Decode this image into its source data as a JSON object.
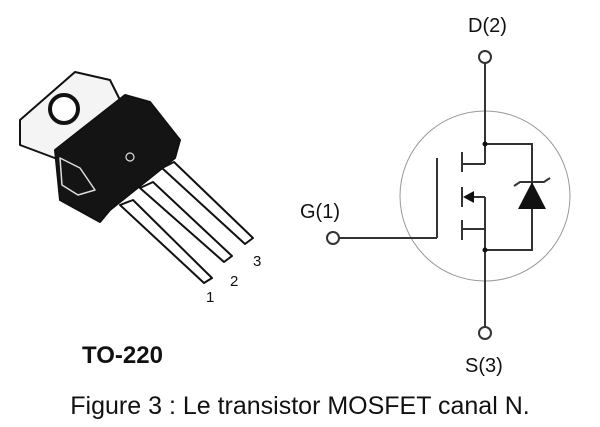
{
  "package": {
    "name": "TO-220",
    "pins": [
      "1",
      "2",
      "3"
    ]
  },
  "schematic": {
    "drain_label": "D(2)",
    "gate_label": "G(1)",
    "source_label": "S(3)"
  },
  "caption": "Figure 3 : Le transistor MOSFET canal N.",
  "colors": {
    "ink": "#111111",
    "tab": "#f4f4f4",
    "body": "#141414",
    "envelope": "#999999"
  }
}
